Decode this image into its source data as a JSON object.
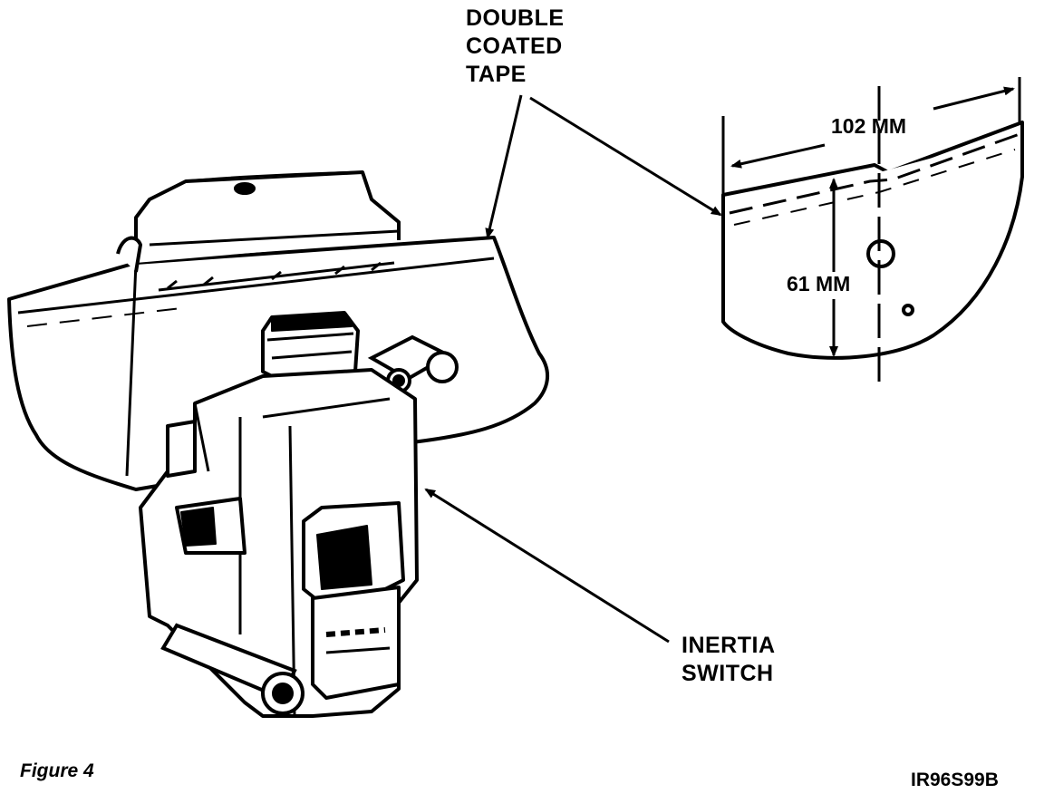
{
  "callouts": {
    "tape": [
      "DOUBLE",
      "COATED",
      "TAPE"
    ],
    "switch": [
      "INERTIA",
      "SWITCH"
    ]
  },
  "dimensions": {
    "width": "102 MM",
    "height": "61 MM"
  },
  "figure_label": "Figure 4",
  "drawing_code": "IR96S99B",
  "colors": {
    "ink": "#000000",
    "paper": "#ffffff"
  }
}
